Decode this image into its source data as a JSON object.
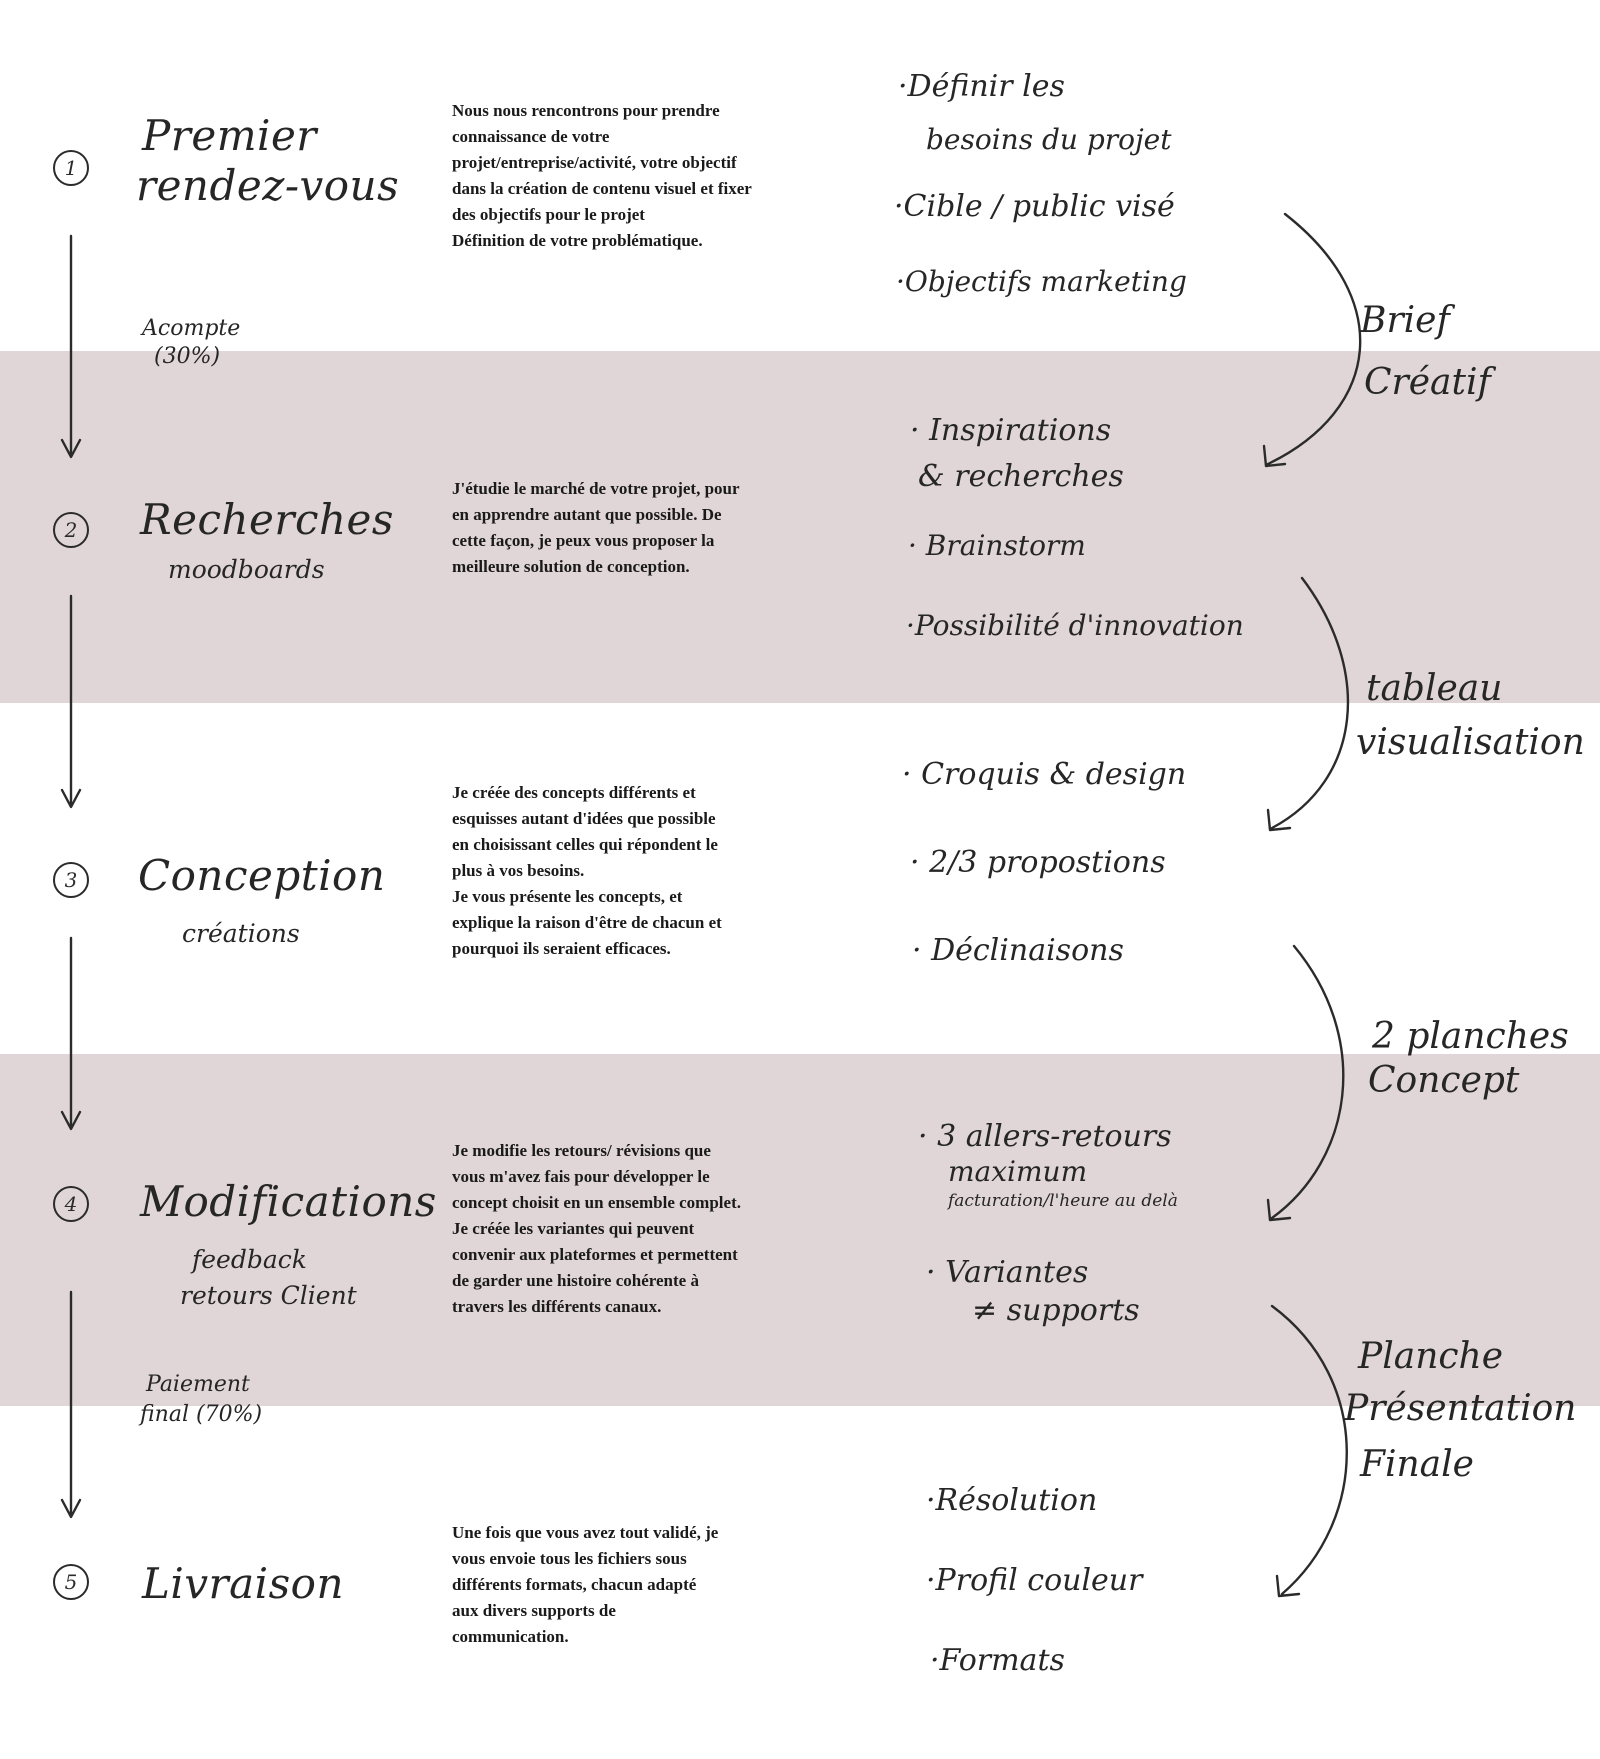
{
  "steps": [
    {
      "number": "1",
      "title_lines": [
        "Premier",
        "rendez-vous"
      ],
      "description": [
        "Nous nous rencontrons pour prendre",
        "connaissance de votre",
        "projet/entreprise/activité, votre objectif",
        "dans la création de contenu visuel et fixer",
        "des objectifs pour le projet",
        "Définition de votre problématique."
      ],
      "bullets": [
        "·Définir les",
        "besoins du projet",
        "·Cible / public visé",
        "·Objectifs marketing"
      ]
    },
    {
      "number": "2",
      "title": "Recherches",
      "subtitle": "moodboards",
      "description": [
        "J'étudie le marché de votre projet, pour",
        "en apprendre autant que possible. De",
        "cette façon, je peux vous proposer la",
        "meilleure solution de conception."
      ],
      "bullets": [
        "· Inspirations",
        "& recherches",
        "· Brainstorm",
        "·Possibilité d'innovation"
      ]
    },
    {
      "number": "3",
      "title": "Conception",
      "subtitle": "créations",
      "description": [
        "Je créée des concepts différents et",
        "esquisses autant d'idées que possible",
        "en choisissant celles qui répondent le",
        "plus à vos besoins.",
        "Je vous présente les concepts, et",
        "explique la raison d'être de chacun et",
        "pourquoi ils seraient efficaces."
      ],
      "bullets": [
        "· Croquis & design",
        "· 2/3 propostions",
        "· Déclinaisons"
      ]
    },
    {
      "number": "4",
      "title": "Modifications",
      "subtitle_lines": [
        "feedback",
        "retours Client"
      ],
      "description": [
        " Je modifie les retours/ révisions que",
        "vous m'avez fais pour développer le",
        "concept choisit en un ensemble complet.",
        "Je créée les variantes qui peuvent",
        "convenir aux plateformes et permettent",
        "de garder une histoire cohérente à",
        "travers les différents canaux."
      ],
      "bullets": [
        "· 3 allers-retours",
        "maximum",
        "facturation/l'heure au delà",
        "· Variantes",
        "≠ supports"
      ]
    },
    {
      "number": "5",
      "title": "Livraison",
      "description": [
        "Une fois que vous avez tout validé, je",
        "vous envoie tous les fichiers sous",
        "différents formats, chacun adapté",
        "aux divers supports de",
        "communication."
      ],
      "bullets": [
        "·Résolution",
        "·Profil couleur",
        "·Formats"
      ]
    }
  ],
  "payments": {
    "deposit": [
      "Acompte",
      "(30%)"
    ],
    "final": [
      "Paiement",
      "final (70%)"
    ]
  },
  "deliverables": [
    [
      "Brief",
      "Créatif"
    ],
    [
      "tableau",
      "visualisation"
    ],
    [
      "2 planches",
      "Concept"
    ],
    [
      "Planche",
      "Présentation",
      "Finale"
    ]
  ],
  "colors": {
    "band": "#e0d6d7",
    "ink": "#262626",
    "background": "#ffffff"
  }
}
